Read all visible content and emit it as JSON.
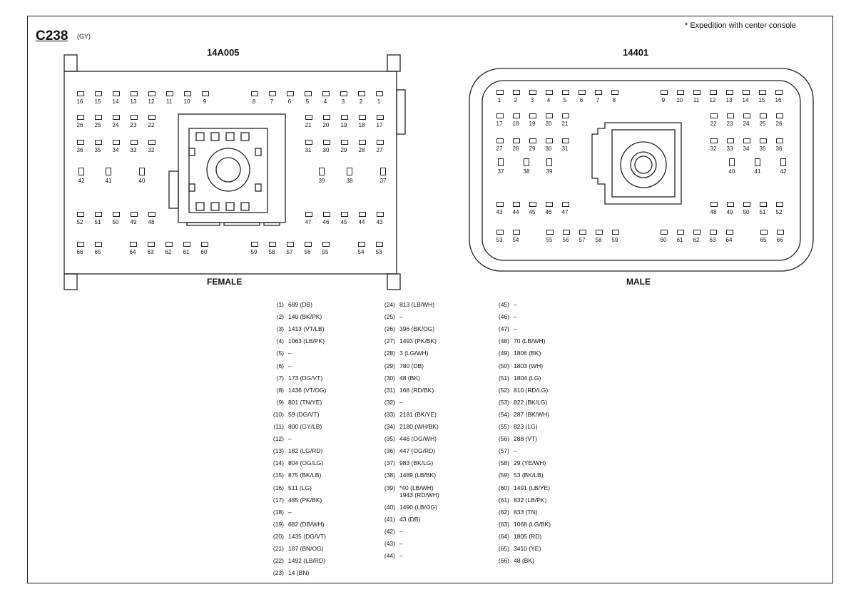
{
  "connector_id": "C238",
  "connector_color": "(GY)",
  "note": "*   Expedition with center console",
  "female": {
    "part": "14A005",
    "label": "FEMALE"
  },
  "male": {
    "part": "14401",
    "label": "MALE"
  },
  "pinout": [
    {
      "pin": "(1)",
      "circuit": "689 (DB)"
    },
    {
      "pin": "(2)",
      "circuit": "140 (BK/PK)"
    },
    {
      "pin": "(3)",
      "circuit": "1413 (VT/LB)"
    },
    {
      "pin": "(4)",
      "circuit": "1063 (LB/PK)"
    },
    {
      "pin": "(5)",
      "circuit": "–"
    },
    {
      "pin": "(6)",
      "circuit": "–"
    },
    {
      "pin": "(7)",
      "circuit": "173 (DG/VT)"
    },
    {
      "pin": "(8)",
      "circuit": "1436 (VT/OG)"
    },
    {
      "pin": "(9)",
      "circuit": "801 (TN/YE)"
    },
    {
      "pin": "(10)",
      "circuit": "59 (DG/VT)"
    },
    {
      "pin": "(11)",
      "circuit": "800 (GY/LB)"
    },
    {
      "pin": "(12)",
      "circuit": "–"
    },
    {
      "pin": "(13)",
      "circuit": "182 (LG/RD)"
    },
    {
      "pin": "(14)",
      "circuit": "804 (OG/LG)"
    },
    {
      "pin": "(15)",
      "circuit": "875 (BK/LB)"
    },
    {
      "pin": "(16)",
      "circuit": "511 (LG)"
    },
    {
      "pin": "(17)",
      "circuit": "485 (PK/BK)"
    },
    {
      "pin": "(18)",
      "circuit": "–"
    },
    {
      "pin": "(19)",
      "circuit": "682 (DB/WH)"
    },
    {
      "pin": "(20)",
      "circuit": "1435 (DG/VT)"
    },
    {
      "pin": "(21)",
      "circuit": "187 (BN/OG)"
    },
    {
      "pin": "(22)",
      "circuit": "1492 (LB/RD)"
    },
    {
      "pin": "(23)",
      "circuit": "14 (BN)"
    },
    {
      "pin": "(24)",
      "circuit": "813 (LB/WH)"
    },
    {
      "pin": "(25)",
      "circuit": "–"
    },
    {
      "pin": "(26)",
      "circuit": "396 (BK/OG)"
    },
    {
      "pin": "(27)",
      "circuit": "1493 (PK/BK)"
    },
    {
      "pin": "(28)",
      "circuit": "3 (LG/WH)"
    },
    {
      "pin": "(29)",
      "circuit": "780 (DB)"
    },
    {
      "pin": "(30)",
      "circuit": "48 (BK)"
    },
    {
      "pin": "(31)",
      "circuit": "168 (RD/BK)"
    },
    {
      "pin": "(32)",
      "circuit": "–"
    },
    {
      "pin": "(33)",
      "circuit": "2181 (BK/YE)"
    },
    {
      "pin": "(34)",
      "circuit": "2180 (WH/BK)"
    },
    {
      "pin": "(35)",
      "circuit": "446 (OG/WH)"
    },
    {
      "pin": "(36)",
      "circuit": "447 (OG/RD)"
    },
    {
      "pin": "(37)",
      "circuit": "983 (BK/LG)"
    },
    {
      "pin": "(38)",
      "circuit": "1489 (LB/BK)"
    },
    {
      "pin": "(39)",
      "circuit": "*40 (LB/WH)",
      "circuit2": "1943 (RD/WH)"
    },
    {
      "pin": "(40)",
      "circuit": "1490 (LB/OG)"
    },
    {
      "pin": "(41)",
      "circuit": "43 (DB)"
    },
    {
      "pin": "(42)",
      "circuit": "–"
    },
    {
      "pin": "(43)",
      "circuit": "–"
    },
    {
      "pin": "(44)",
      "circuit": "–"
    },
    {
      "pin": "(45)",
      "circuit": "–"
    },
    {
      "pin": "(46)",
      "circuit": "–"
    },
    {
      "pin": "(47)",
      "circuit": "–"
    },
    {
      "pin": "(48)",
      "circuit": "70 (LB/WH)"
    },
    {
      "pin": "(49)",
      "circuit": "1806 (BK)"
    },
    {
      "pin": "(50)",
      "circuit": "1803 (WH)"
    },
    {
      "pin": "(51)",
      "circuit": "1804 (LG)"
    },
    {
      "pin": "(52)",
      "circuit": "810 (RD/LG)"
    },
    {
      "pin": "(53)",
      "circuit": "822 (BK/LG)"
    },
    {
      "pin": "(54)",
      "circuit": "287 (BK/WH)"
    },
    {
      "pin": "(55)",
      "circuit": "823 (LG)"
    },
    {
      "pin": "(56)",
      "circuit": "288 (VT)"
    },
    {
      "pin": "(57)",
      "circuit": "–"
    },
    {
      "pin": "(58)",
      "circuit": "29 (YE/WH)"
    },
    {
      "pin": "(59)",
      "circuit": "53 (BK/LB)"
    },
    {
      "pin": "(60)",
      "circuit": "1491 (LB/YE)"
    },
    {
      "pin": "(61)",
      "circuit": "832 (LB/PK)"
    },
    {
      "pin": "(62)",
      "circuit": "833 (TN)"
    },
    {
      "pin": "(63)",
      "circuit": "1068 (LG/BK)"
    },
    {
      "pin": "(64)",
      "circuit": "1805 (RD)"
    },
    {
      "pin": "(65)",
      "circuit": "3410 (YE)"
    },
    {
      "pin": "(66)",
      "circuit": "48 (BK)"
    }
  ]
}
